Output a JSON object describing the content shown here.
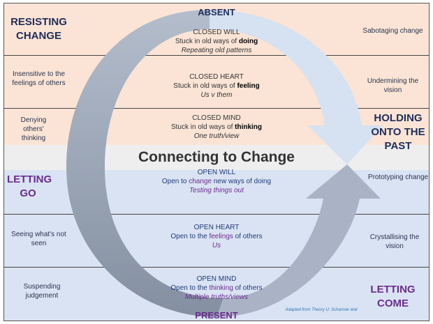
{
  "title": "Connecting to Change",
  "top_label": "ABSENT",
  "bottom_label": "PRESENT",
  "credit": "Adapted from Theory U: Scharmer etal",
  "colors": {
    "peach": "#fbe4d5",
    "blue": "#dae3f3",
    "arrow_light": "#d6e1f1",
    "arrow_dark": "#8c97a8",
    "purple": "#6a2c8e",
    "navy": "#1f2d5a"
  },
  "rows": [
    {
      "left": "RESISTING CHANGE",
      "heading": "CLOSED WILL",
      "line_pre": "Stuck in old ways of ",
      "line_key": "doing",
      "line_post": "",
      "italic": "Repeating old patterns",
      "right": "Sabotaging change"
    },
    {
      "left": "Insensitive to the feelings of others",
      "heading": "CLOSED HEART",
      "line_pre": "Stuck in old ways of ",
      "line_key": "feeling",
      "line_post": "",
      "italic": "Us v them",
      "right": "Undermining the vision"
    },
    {
      "left": "Denying others' thinking",
      "heading": "CLOSED MIND",
      "line_pre": "Stuck in old ways of ",
      "line_key": "thinking",
      "line_post": "",
      "italic": "One truth/view",
      "right": "HOLDING ONTO THE PAST"
    },
    {
      "left": "LETTING GO",
      "heading": "OPEN WILL",
      "line_pre": "Open to ",
      "line_key": "change",
      "line_post": " new ways of doing",
      "italic": "Testing things out",
      "right": "Prototyping change"
    },
    {
      "left": "Seeing what's not seen",
      "heading": "OPEN HEART",
      "line_pre": "Open to the ",
      "line_key": "feelings",
      "line_post": " of others",
      "italic": "Us",
      "right": "Crystallising the vision"
    },
    {
      "left": "Suspending judgement",
      "heading": "OPEN MIND",
      "line_pre": "Open to the ",
      "line_key": "thinking",
      "line_post": " of others",
      "italic": "Multiple truths/views",
      "right": "LETTING COME"
    }
  ]
}
